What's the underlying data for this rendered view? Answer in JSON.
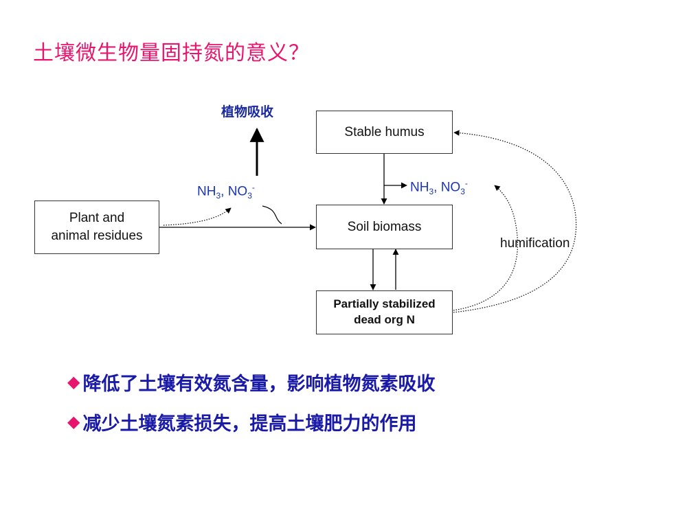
{
  "title": "土壤微生物量固持氮的意义？",
  "diagram": {
    "plant_uptake": "植物吸收",
    "nh3": "NH",
    "no3": "NO",
    "sub3": "3",
    "sep": ", ",
    "minus": "-",
    "boxes": {
      "stable_humus": "Stable humus",
      "soil_biomass": "Soil biomass",
      "plant_residues_line1": "Plant and",
      "plant_residues_line2": "animal residues",
      "partially_line1": "Partially stabilized",
      "partially_line2": "dead org N"
    },
    "humification": "humification"
  },
  "bullets": [
    {
      "icon": "◆",
      "text": "降低了土壤有效氮含量，影响植物氮素吸收"
    },
    {
      "icon": "◆",
      "text": "减少土壤氮素损失，提高土壤肥力的作用"
    }
  ],
  "colors": {
    "title": "#e8156f",
    "bullet_text": "#1a1aa8",
    "label_blue": "#1a35b8"
  }
}
